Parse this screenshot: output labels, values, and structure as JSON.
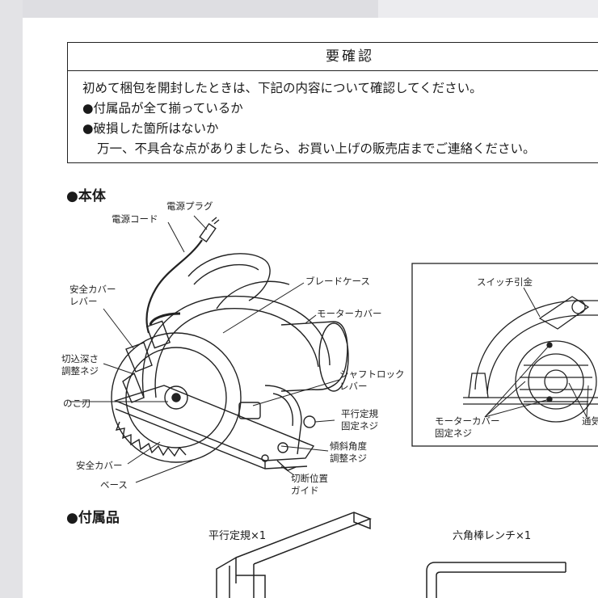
{
  "notice": {
    "heading": "要確認",
    "intro": "初めて梱包を開封したときは、下記の内容について確認してください。",
    "check_1": "●付属品が全て揃っているか",
    "check_2": "●破損した箇所はないか",
    "closing": "万一、不具合な点がありましたら、お買い上げの販売店までご連絡ください。"
  },
  "body_section": {
    "heading": "●本体",
    "labels": {
      "power_plug": "電源プラグ",
      "power_cord": "電源コード",
      "blade_case": "ブレードケース",
      "safety_lever_1": "安全カバー",
      "safety_lever_2": "レバー",
      "motor_cover": "モーターカバー",
      "depth_screw_1": "切込深さ",
      "depth_screw_2": "調整ネジ",
      "shaft_lock_1": "シャフトロック",
      "shaft_lock_2": "レバー",
      "saw_blade": "のこ刃",
      "parallel_screw_1": "平行定規",
      "parallel_screw_2": "固定ネジ",
      "bevel_screw_1": "傾斜角度",
      "bevel_screw_2": "調整ネジ",
      "safety_cover": "安全カバー",
      "base": "ベース",
      "cut_guide_1": "切断位置",
      "cut_guide_2": "ガイド",
      "switch_trigger": "スイッチ引金",
      "motor_screw_1": "モーターカバー",
      "motor_screw_2": "固定ネジ",
      "vent_partial": "通気"
    }
  },
  "accessories_section": {
    "heading": "●付属品",
    "parallel_guide": "平行定規×1",
    "hex_wrench": "六角棒レンチ×1"
  },
  "colors": {
    "line": "#222222",
    "paper": "#ffffff",
    "background": "#e9e9ec"
  }
}
